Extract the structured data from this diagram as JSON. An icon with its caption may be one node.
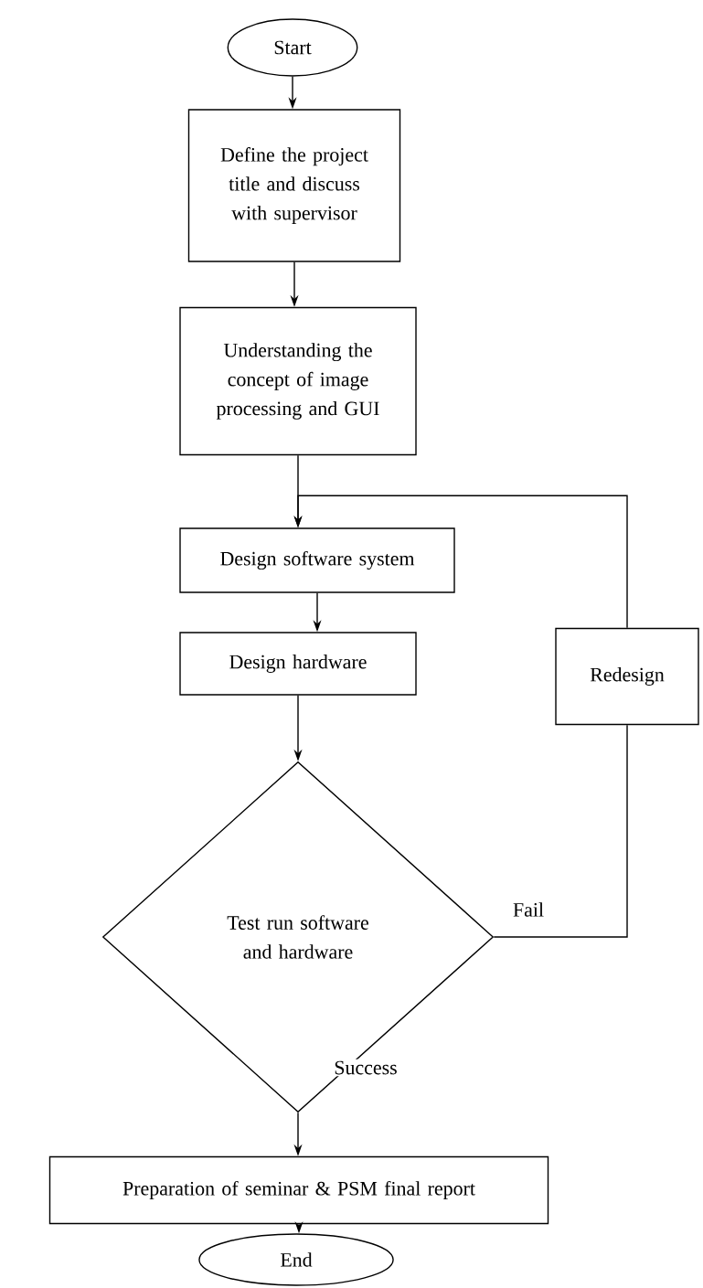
{
  "diagram": {
    "nodes": [
      {
        "text": [
          "Start"
        ]
      },
      {
        "text": [
          "Define the project title and discuss with supervisor"
        ]
      },
      {
        "text": [
          "Understanding the concept of image processing and GUI"
        ]
      },
      {
        "text": [
          "Design software system"
        ]
      },
      {
        "text": [
          "Design hardware"
        ]
      },
      {
        "text": [
          "Test run software and hardware"
        ]
      },
      {
        "text": [
          "Redesign"
        ]
      },
      {
        "text": [
          "Preparation of seminar & PSM final report"
        ]
      },
      {
        "text": [
          "End"
        ]
      }
    ],
    "edges": [
      {
        "from": 0,
        "to": 1,
        "arrow": "to"
      },
      {
        "from": 1,
        "to": 2,
        "arrow": "to"
      },
      {
        "from": 2,
        "to": 3,
        "arrow": "to"
      },
      {
        "from": 3,
        "to": 4,
        "arrow": "to"
      },
      {
        "from": 4,
        "to": 5,
        "arrow": "to"
      },
      {
        "from": 5,
        "to": 6,
        "arrow": "none",
        "label": "Fail"
      },
      {
        "from": 6,
        "to": 3,
        "arrow": "to"
      },
      {
        "from": 5,
        "to": 7,
        "arrow": "to",
        "label": "Success"
      },
      {
        "from": 7,
        "to": 8,
        "arrow": "to"
      }
    ]
  }
}
